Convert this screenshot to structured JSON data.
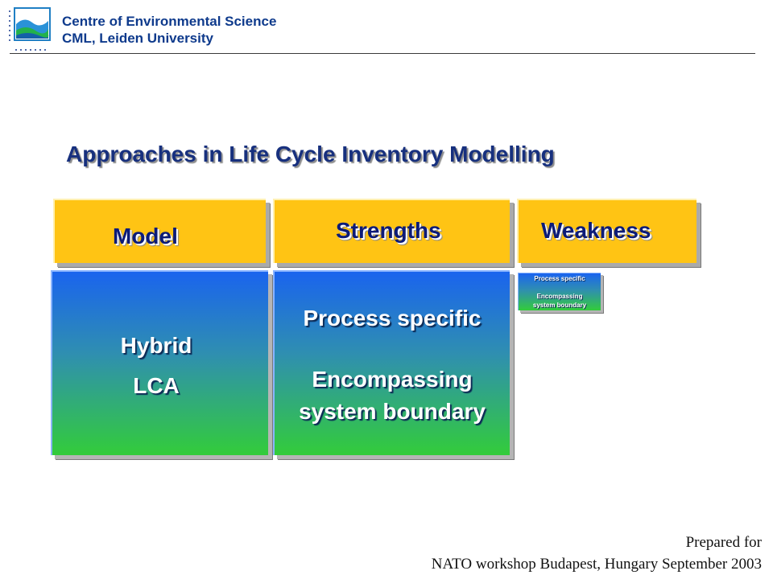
{
  "header": {
    "institute_line1": "Centre of Environmental Science",
    "institute_line2": "CML, Leiden University"
  },
  "slide": {
    "title": "Approaches in Life Cycle Inventory Modelling",
    "headers": {
      "model": "Model",
      "strengths": "Strengths",
      "weakness": "Weakness"
    },
    "model_box": {
      "line1": "Hybrid",
      "line2": "LCA"
    },
    "strengths_box": {
      "line1": "Process specific",
      "line2": "Encompassing",
      "line3": "system boundary"
    },
    "weakness_thumb": {
      "line1": "Process specific",
      "line2": "Encompassing",
      "line3": "system boundary"
    }
  },
  "footer": {
    "line1": "Prepared for",
    "line2": "NATO workshop Budapest, Hungary September 2003"
  },
  "colors": {
    "header_fill": "#ffc414",
    "gradient_top": "#1a64ee",
    "gradient_bottom": "#33cc3a",
    "title_text": "#17307e",
    "institute_text": "#0e3a8c"
  }
}
